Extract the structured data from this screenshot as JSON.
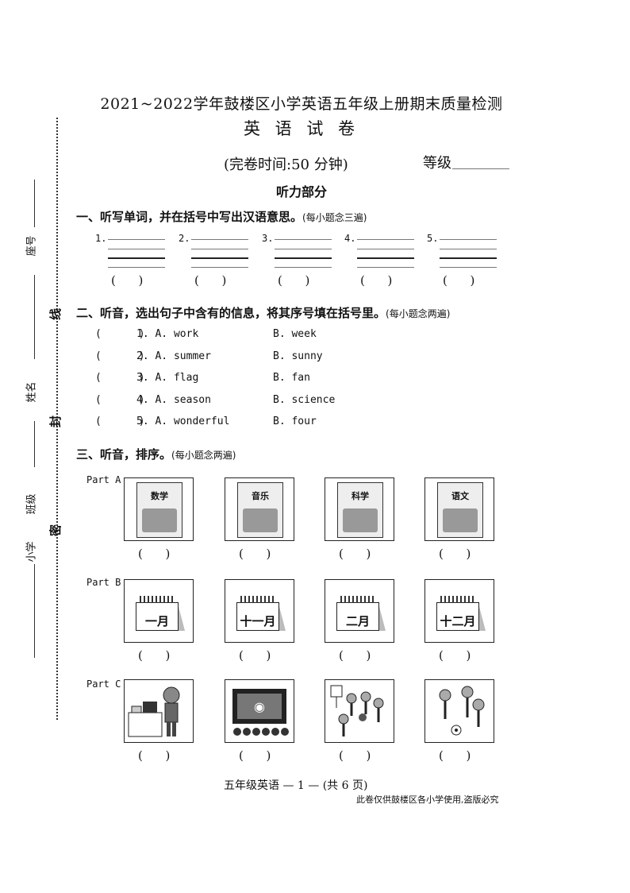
{
  "header": {
    "title": "2021~2022学年鼓楼区小学英语五年级上册期末质量检测",
    "subtitle": "英 语 试 卷",
    "time": "(完卷时间:50 分钟)",
    "grade_label": "等级",
    "section_heading": "听力部分"
  },
  "margin": {
    "seat": "座号",
    "line_char": "线",
    "name": "姓名",
    "seal_char": "封",
    "school": "小学",
    "class": "班级",
    "secret_char": "密"
  },
  "sections": [
    {
      "title": "一、听写单词，并在括号中写出汉语意思。",
      "note": "(每小题念三遍)"
    },
    {
      "title": "二、听音，选出句子中含有的信息，将其序号填在括号里。",
      "note": "(每小题念两遍)"
    },
    {
      "title": "三、听音，排序。",
      "note": "(每小题念两遍)"
    }
  ],
  "dictation": [
    "1.",
    "2.",
    "3.",
    "4.",
    "5."
  ],
  "paren": "(      )",
  "choices": [
    {
      "num": "1. A. work",
      "b": "B. week"
    },
    {
      "num": "2. A. summer",
      "b": "B. sunny"
    },
    {
      "num": "3. A. flag",
      "b": "B. fan"
    },
    {
      "num": "4. A. season",
      "b": "B. science"
    },
    {
      "num": "5. A. wonderful",
      "b": "B. four"
    }
  ],
  "choice_paren": "(      )",
  "parts": {
    "a_label": "Part A",
    "b_label": "Part B",
    "c_label": "Part C",
    "books": [
      "数学",
      "音乐",
      "科学",
      "语文"
    ],
    "months": [
      "一月",
      "十一月",
      "二月",
      "十二月"
    ],
    "c_images": [
      "boy-at-computer-icon",
      "film-icon",
      "basketball-kids-icon",
      "football-kids-icon"
    ]
  },
  "footer": {
    "page": "五年级英语 — 1 — (共 6 页)",
    "notice": "此卷仅供鼓楼区各小学使用,盗版必究"
  }
}
